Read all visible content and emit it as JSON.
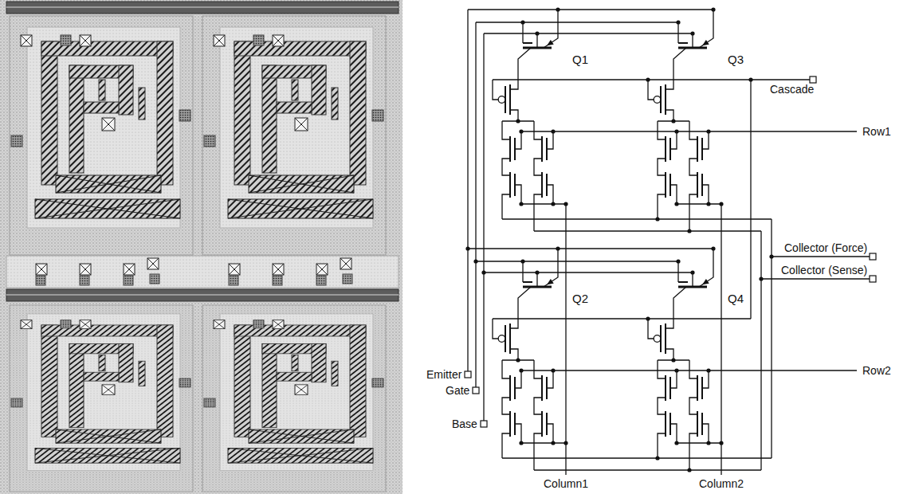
{
  "diagram": {
    "labels": [
      "Q1",
      "Q3",
      "Cascade",
      "Row1",
      "Collector (Force)",
      "Collector (Sense)",
      "Q2",
      "Q4",
      "Row2",
      "Emitter",
      "Gate",
      "Base",
      "Column1",
      "Column2"
    ]
  }
}
